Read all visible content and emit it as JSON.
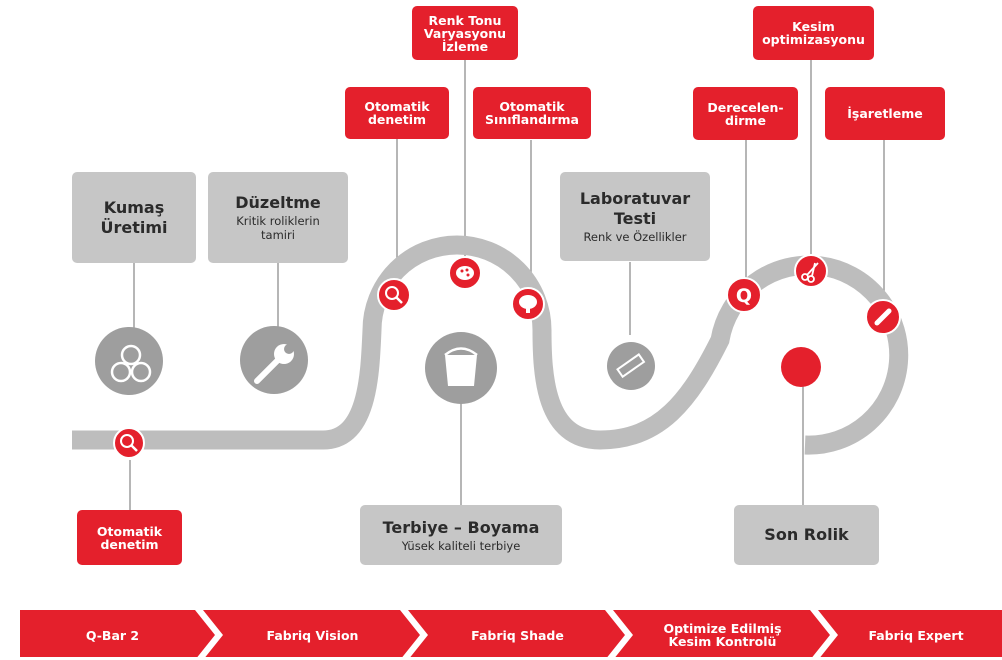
{
  "colors": {
    "red": "#e4202c",
    "gray": "#c6c6c6",
    "dark_gray": "#9e9e9e",
    "track": "#bdbdbd"
  },
  "stages": {
    "kumas_uretimi": {
      "title": "Kumaş\nÜretimi",
      "icon": "fabric-rolls-icon"
    },
    "duzeltme": {
      "title": "Düzeltme",
      "subtitle": "Kritik roliklerin\ntamiri",
      "icon": "wrench-icon"
    },
    "terbiye": {
      "title": "Terbiye – Boyama",
      "subtitle": "Yüsek kaliteli terbiye",
      "icon": "paint-bucket-icon"
    },
    "lab": {
      "title": "Laboratuvar\nTesti",
      "subtitle": "Renk ve Özellikler",
      "icon": "ruler-icon"
    },
    "son_rolik": {
      "title": "Son Rolik"
    }
  },
  "callouts": {
    "otomatik_denetim_1": {
      "label": "Otomatik\ndenetim",
      "icon": "magnifier-eye-icon"
    },
    "otomatik_denetim_2": {
      "label": "Otomatik\ndenetim",
      "icon": "magnifier-eye-icon"
    },
    "renk_tonu": {
      "label": "Renk Tonu\nVaryasyonu\nİzleme",
      "icon": "palette-icon"
    },
    "siniflandirma": {
      "label": "Otomatik\nSınıflandırma",
      "icon": "brain-icon"
    },
    "derecelendirme": {
      "label": "Derecelen-\ndirme",
      "icon": "q-letter-icon"
    },
    "kesim": {
      "label": "Kesim\noptimizasyonu",
      "icon": "scissors-icon"
    },
    "isaretleme": {
      "label": "İşaretleme",
      "icon": "pencil-icon"
    }
  },
  "products": [
    {
      "label": "Q-Bar 2"
    },
    {
      "label": "Fabriq Vision"
    },
    {
      "label": "Fabriq Shade"
    },
    {
      "label": "Optimize Edilmiş\nKesim Kontrolü"
    },
    {
      "label": "Fabriq Expert"
    }
  ]
}
